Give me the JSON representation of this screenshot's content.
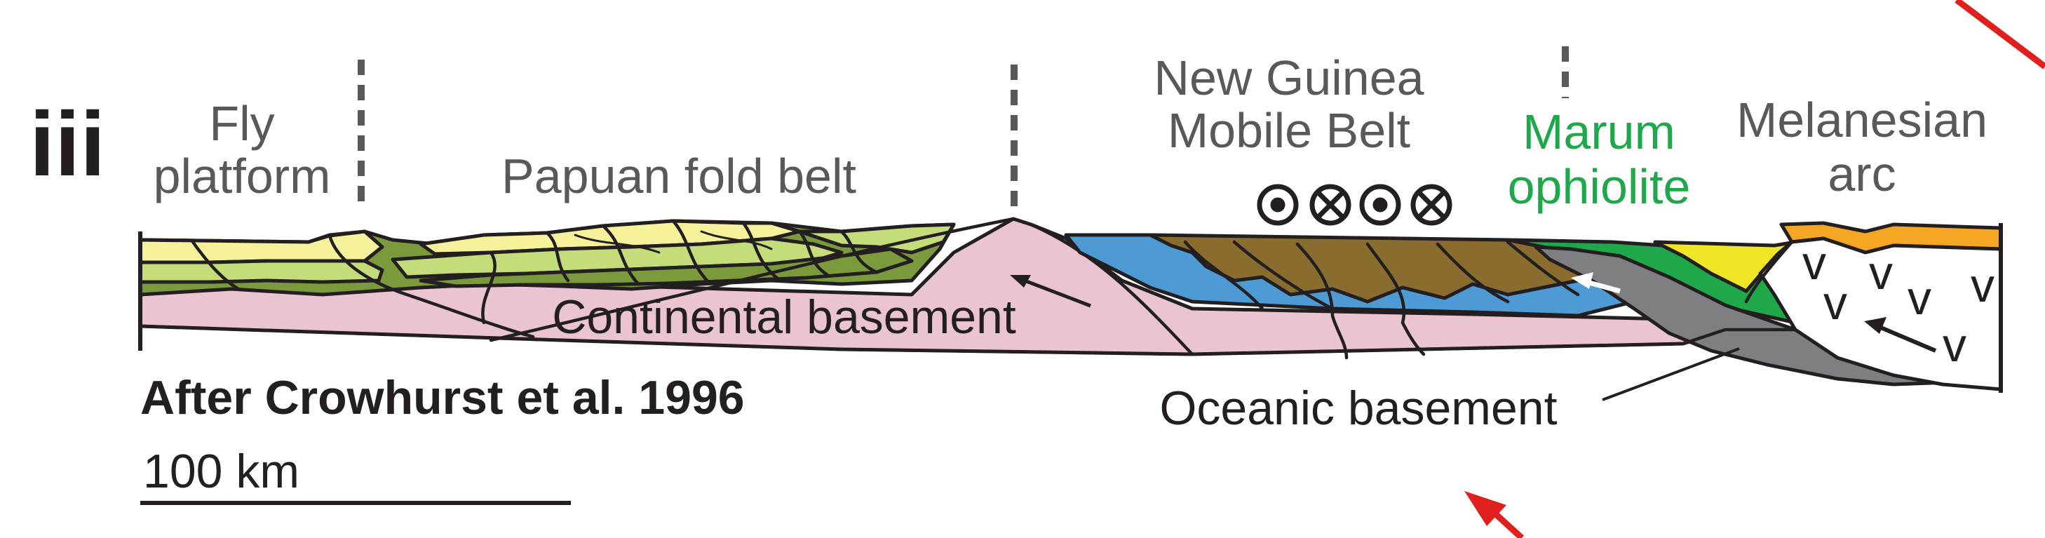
{
  "panel_label": "iii",
  "labels": {
    "fly_platform": [
      "Fly",
      "platform"
    ],
    "papuan_fold_belt": "Papuan fold belt",
    "new_guinea_mobile_belt": [
      "New Guinea",
      "Mobile Belt"
    ],
    "marum_ophiolite": [
      "Marum",
      "ophiolite"
    ],
    "melanesian_arc": [
      "Melanesian",
      "arc"
    ],
    "continental_basement": "Continental basement",
    "oceanic_basement": "Oceanic basement",
    "citation": "After Crowhurst et al. 1996",
    "scale_bar": "100 km"
  },
  "arc_symbol": "v",
  "motion_symbols": [
    "out-of-page-icon",
    "into-page-icon",
    "out-of-page-icon",
    "into-page-icon"
  ],
  "colors": {
    "pink_basement": "#ebc4d3",
    "light_yellow": "#f6f29b",
    "olive_green": "#7a9a3c",
    "light_green": "#c5dc7a",
    "blue": "#4d9ad5",
    "brown": "#8a6d2e",
    "green_ophiolite": "#1ea84a",
    "yellow_arc": "#f0e626",
    "orange_arc": "#f5a623",
    "grey_oceanic": "#7e7f82",
    "marum_label": "#1ea84a",
    "red_arrow": "#e0201c"
  }
}
